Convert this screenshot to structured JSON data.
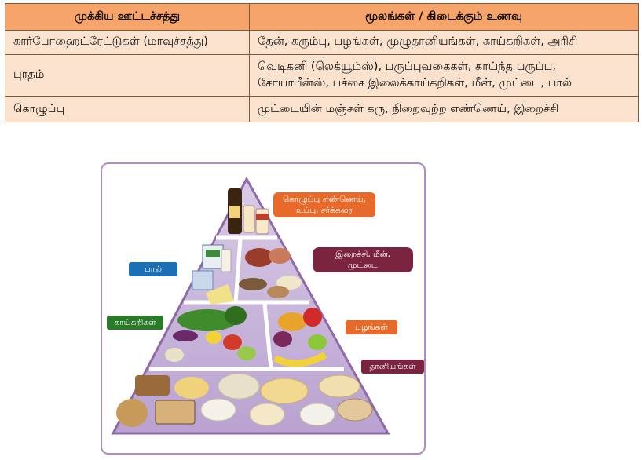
{
  "table": {
    "headers": [
      "முக்கிய ஊட்டச்சத்து",
      "மூலங்கள் / கிடைக்கும் உணவு"
    ],
    "rows": [
      {
        "nutrient": "கார்போஹைட்ரேட்டுகள் (மாவுச்சத்து)",
        "sources": "தேன், கரும்பு, பழங்கள், முழுதானியங்கள், காய்கறிகள், அரிசி"
      },
      {
        "nutrient": "புரதம்",
        "sources_line1": "வெடிகனி (லெக்யூம்ஸ்), பருப்புவகைகள், காய்ந்த பருப்பு,",
        "sources_line2": "சோயாபீன்ஸ், பச்சை இலைக்காய்கறிகள், மீன், முட்டை, பால்"
      },
      {
        "nutrient": "கொழுப்பு",
        "sources": "முட்டையின் மஞ்சள் கரு, நிறைவுற்ற எண்ணெய், இறைச்சி"
      }
    ]
  },
  "pyramid": {
    "fat_line1": "கொழுப்பு எண்ணெய்,",
    "fat_line2": "உப்பு, சர்க்கரை",
    "meat_line1": "இறைச்சி, மீன்,",
    "meat_line2": "முட்டை",
    "milk": "பால்",
    "vegetables": "காய்கறிகள்",
    "fruits": "பழங்கள்",
    "grains": "தானியங்கள்"
  }
}
